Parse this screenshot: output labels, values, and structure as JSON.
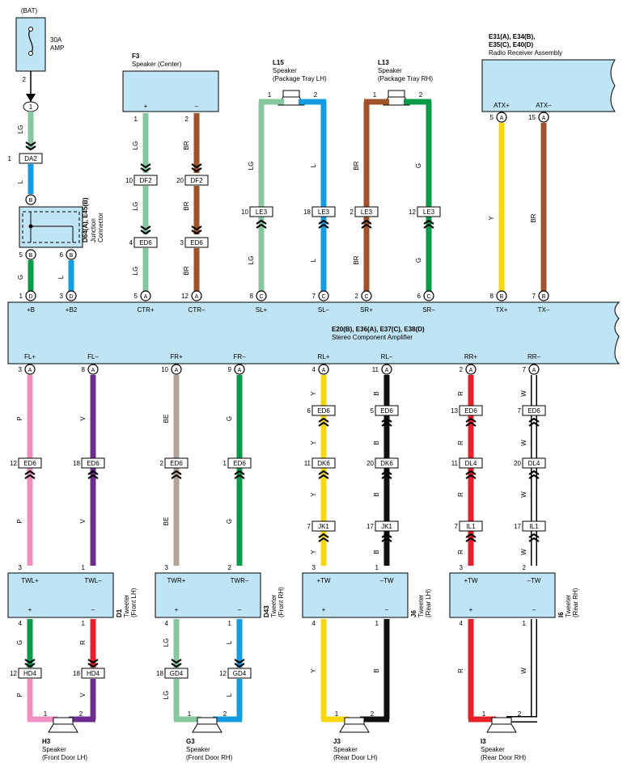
{
  "colors": {
    "LG": "#86c79e",
    "L": "#149ce0",
    "G": "#0a9b48",
    "BR": "#a0522d",
    "Y": "#f7d70f",
    "P": "#ef8fc1",
    "V": "#6e2d8e",
    "BE": "#b5a493",
    "B": "#111111",
    "R": "#e8202a",
    "W": "#ffffff",
    "box": "#bfe4f5"
  },
  "bat": "(BAT)",
  "fuse": {
    "amp": "30A",
    "name": "AMP",
    "pin": "2"
  },
  "j1": "1",
  "da2": {
    "label": "DA2",
    "pin": "1"
  },
  "jc": {
    "title": "D64(A), E45(B)",
    "sub1": "Junction",
    "sub2": "Connector"
  },
  "amp": {
    "code": "E20(B), E36(A), E37(C), E38(D)",
    "name": "Stereo Component Amplifier",
    "top_terms": [
      "+B",
      "+B2",
      "CTR+",
      "CTR–",
      "SL+",
      "SL–",
      "SR+",
      "SR–",
      "TX+",
      "TX–"
    ],
    "bottom_terms": [
      "FL+",
      "FL–",
      "FR+",
      "FR–",
      "RL+",
      "RL–",
      "RR+",
      "RR–"
    ]
  },
  "f3": {
    "code": "F3",
    "name": "Speaker (Center)",
    "plus": "+",
    "minus": "–"
  },
  "l15": {
    "code": "L15",
    "name": "Speaker",
    "sub": "(Package Tray LH)"
  },
  "l13": {
    "code": "L13",
    "name": "Speaker",
    "sub": "(Package Tray RH)"
  },
  "radio": {
    "code1": "E31(A), E34(B),",
    "code2": "E35(C), E40(D)",
    "name": "Radio Receiver Assembly",
    "atxp": "ATX+",
    "atxm": "ATX–"
  },
  "top_wires": [
    {
      "label": "LG",
      "pin_top": "1",
      "conn1": "DF2",
      "pin1": "10",
      "conn2": "ED6",
      "pin2": "4",
      "pin_bot": "5",
      "term": "A"
    },
    {
      "label": "BR",
      "pin_top": "2",
      "conn1": "DF2",
      "pin1": "20",
      "conn2": "ED6",
      "pin2": "3",
      "pin_bot": "12",
      "term": "A"
    },
    {
      "label": "LG",
      "pin_top": "1",
      "conn1": "LE3",
      "pin1": "10",
      "pin_bot": "8",
      "term": "C"
    },
    {
      "label": "L",
      "pin_top": "2",
      "conn1": "LE3",
      "pin1": "18",
      "pin_bot": "7",
      "term": "C"
    },
    {
      "label": "BR",
      "pin_top": "1",
      "conn1": "LE3",
      "pin1": "2",
      "pin_bot": "2",
      "term": "C"
    },
    {
      "label": "G",
      "pin_top": "2",
      "conn1": "LE3",
      "pin1": "12",
      "pin_bot": "6",
      "term": "C"
    },
    {
      "label": "Y",
      "pin_top": "5",
      "term_top": "A",
      "pin_bot": "8",
      "term": "B"
    },
    {
      "label": "BR",
      "pin_top": "15",
      "term_top": "A",
      "pin_bot": "7",
      "term": "B"
    }
  ],
  "power_wires": [
    {
      "label": "G",
      "pin_top": "5",
      "term_top": "B",
      "pin_bot": "1",
      "term": "D"
    },
    {
      "label": "L",
      "pin_top": "6",
      "term_top": "B",
      "pin_bot": "3",
      "term": "D"
    }
  ],
  "lg_label": "LG",
  "l_label": "L",
  "bottom_wires": [
    {
      "pin": "3",
      "term": "A",
      "label": "P",
      "c1": "ED6",
      "p1": "12",
      "p_dev": "3"
    },
    {
      "pin": "8",
      "term": "A",
      "label": "V",
      "c1": "ED6",
      "p1": "18",
      "p_dev": "1"
    },
    {
      "pin": "10",
      "term": "A",
      "label": "BE",
      "c1": "ED6",
      "p1": "2",
      "p_dev": "3"
    },
    {
      "pin": "9",
      "term": "A",
      "label": "G",
      "c1": "ED6",
      "p1": "1",
      "p_dev": "2"
    },
    {
      "pin": "4",
      "term": "A",
      "label": "Y",
      "c0": "ED6",
      "p0": "6",
      "c1": "DK6",
      "p1": "11",
      "c2": "JK1",
      "p2": "7",
      "p_dev": "3"
    },
    {
      "pin": "11",
      "term": "A",
      "label": "B",
      "c0": "ED6",
      "p0": "5",
      "c1": "DK6",
      "p1": "20",
      "c2": "JK1",
      "p2": "17",
      "p_dev": "1"
    },
    {
      "pin": "2",
      "term": "A",
      "label": "R",
      "c0": "ED6",
      "p0": "13",
      "c1": "DL4",
      "p1": "11",
      "c2": "IL1",
      "p2": "7",
      "p_dev": "3"
    },
    {
      "pin": "7",
      "term": "A",
      "label": "W",
      "c0": "ED6",
      "p0": "7",
      "c1": "DL4",
      "p1": "20",
      "c2": "IL1",
      "p2": "17",
      "p_dev": "2"
    }
  ],
  "tweeters": [
    {
      "code": "D1",
      "name": "Tweeter",
      "sub": "(Front LH)",
      "t1": "TWL+",
      "t2": "TWL–"
    },
    {
      "code": "D43",
      "name": "Tweeter",
      "sub": "(Front RH)",
      "t1": "TWR+",
      "t2": "TWR–"
    },
    {
      "code": "J6",
      "name": "Tweeter",
      "sub": "(Rear LH)",
      "t1": "+TW",
      "t2": "–TW"
    },
    {
      "code": "I6",
      "name": "Tweeter",
      "sub": "(Rear RH)",
      "t1": "+TW",
      "t2": "–TW"
    }
  ],
  "tw_plus": "+",
  "tw_minus": "–",
  "spk_wires": [
    {
      "p_a": "4",
      "l_a": "G",
      "conn": "HD4",
      "p_c": "12",
      "l_b": "P"
    },
    {
      "p_a": "1",
      "l_a": "R",
      "conn": "HD4",
      "p_c": "18",
      "l_b": "V"
    },
    {
      "p_a": "4",
      "l_a": "LG",
      "conn": "GD4",
      "p_c": "18",
      "l_b": "LG"
    },
    {
      "p_a": "1",
      "l_a": "L",
      "conn": "GD4",
      "p_c": "12",
      "l_b": "L"
    },
    {
      "p_a": "4",
      "l_a": "Y"
    },
    {
      "p_a": "1",
      "l_a": "B"
    },
    {
      "p_a": "4",
      "l_a": "R"
    },
    {
      "p_a": "1",
      "l_a": "W"
    }
  ],
  "speakers": [
    {
      "code": "H3",
      "name": "Speaker",
      "sub": "(Front Door LH)",
      "p1": "1",
      "p2": "2"
    },
    {
      "code": "G3",
      "name": "Speaker",
      "sub": "(Front Door RH)",
      "p1": "1",
      "p2": "2"
    },
    {
      "code": "J3",
      "name": "Speaker",
      "sub": "(Rear Door LH)",
      "p1": "1",
      "p2": "2"
    },
    {
      "code": "I3",
      "name": "Speaker",
      "sub": "(Rear Door RH)",
      "p1": "1",
      "p2": "2"
    }
  ]
}
